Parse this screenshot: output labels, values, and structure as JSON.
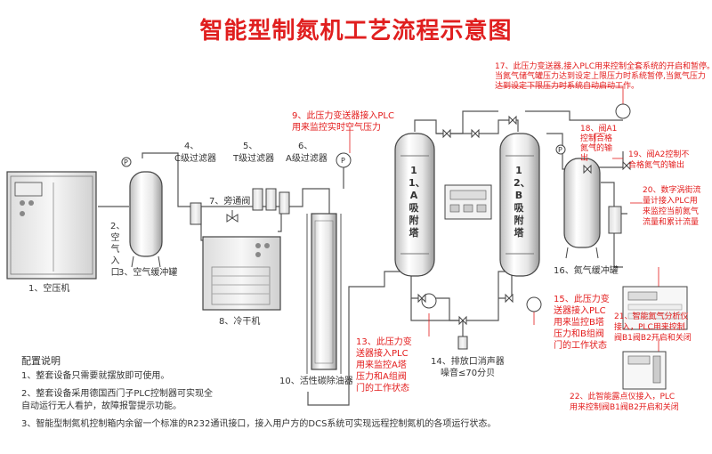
{
  "title": "智能型制氮机工艺流程示意图",
  "components": {
    "c1": "1、空压机",
    "c2": "2、空气入口",
    "c3": "3、空气缓冲罐",
    "c4": [
      "4、",
      "C级过滤器"
    ],
    "c5": [
      "5、",
      "T级过滤器"
    ],
    "c6": [
      "6、",
      "A级过滤器"
    ],
    "c7": "7、旁通阀",
    "c8": "8、冷干机",
    "c10": "10、活性碳除油器",
    "c14": [
      "14、排放口消声器",
      "噪音≤70分贝"
    ],
    "c16": "16、氮气缓冲罐",
    "tower_a": "11、A吸附塔",
    "tower_b": "12、B吸附塔"
  },
  "annotations": {
    "a9": [
      "9、此压力变送器接入PLC",
      "用来监控实时空气压力"
    ],
    "a13": [
      "13、此压力变",
      "送器接入PLC",
      "用来监控A塔",
      "压力和A组阀",
      "门的工作状态"
    ],
    "a15": [
      "15、此压力变",
      "送器接入PLC",
      "用来监控B塔",
      "压力和B组阀",
      "门的工作状态"
    ],
    "a17": [
      "17、此压力变送器,接入PLC用来控制全套系统的开启和暂停。",
      "当氮气储气罐压力达到设定上限压力时系统暂停,当氮气压力",
      "达到设定下限压力时系统自动启动工作。"
    ],
    "a18": [
      "18、阀A1",
      "控制合格",
      "氮气的输",
      "出"
    ],
    "a19": [
      "19、阀A2控制不",
      "合格氮气的输出"
    ],
    "a20": [
      "20、数字涡街流",
      "量计接入PLC用",
      "来监控当前氮气",
      "流量和累计流量"
    ],
    "a21": [
      "21、智能氮气分析仪",
      "接入，PLC用来控制",
      "阀B1阀B2开启和关闭"
    ],
    "a22": [
      "22、此智能露点仪接入，PLC",
      "用来控制阀B1阀B2开启和关闭"
    ]
  },
  "notes": {
    "heading": "配置说明",
    "items": [
      "1、整套设备只需要就摆放即可使用。",
      "2、整套设备采用德国西门子PLC控制器可实现全",
      "自动运行无人看护，故障报警提示功能。",
      "3、智能型制氮机控制箱内余留一个标准的R232通讯接口，接入用户方的DCS系统可实现远程控制氮机的各项运行状态。"
    ]
  },
  "gauge_letter": "P",
  "colors": {
    "title": "#e01f1f",
    "annotation": "#e31b1b",
    "line": "#555555",
    "leader": "#e31b1b"
  }
}
